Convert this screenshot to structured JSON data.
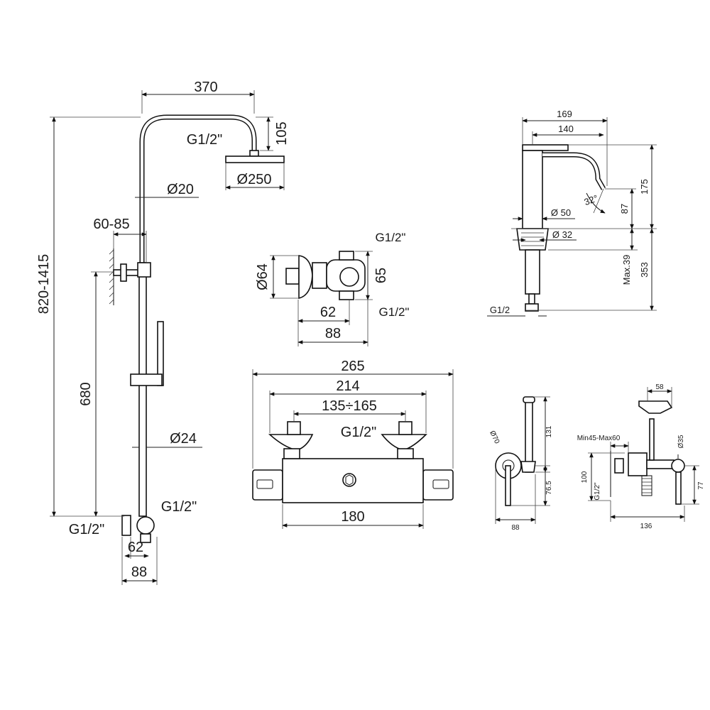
{
  "shower_column": {
    "width_head": "370",
    "head_drop": "105",
    "thread_top": "G1/2\"",
    "head_diameter": "Ø250",
    "pipe_diameter": "Ø20",
    "wall_bracket": "60-85",
    "total_height": "820-1415",
    "slide_height": "680",
    "lower_diameter": "Ø24",
    "thread_right": "G1/2\"",
    "thread_left": "G1/2\"",
    "mixer_depth_inner": "62",
    "mixer_depth_outer": "88"
  },
  "wall_mixer_side": {
    "thread_top": "G1/2\"",
    "diameter": "Ø64",
    "height": "65",
    "inner_depth": "62",
    "thread_bottom": "G1/2\"",
    "outer_depth": "88"
  },
  "thermostatic_mixer": {
    "overall_width": "265",
    "body_width": "214",
    "centers": "135÷165",
    "thread": "G1/2\"",
    "bar_width": "180"
  },
  "basin_mixer": {
    "reach_outer": "169",
    "reach_inner": "140",
    "height": "175",
    "angle": "32°",
    "spout_height": "87",
    "body_diameter": "Ø 50",
    "base_diameter": "Ø 32",
    "max_deck": "Max.39",
    "shank_length": "353",
    "thread": "G1/2"
  },
  "bidet_side": {
    "diameter": "Ø70",
    "height": "131",
    "center_height": "76.5",
    "depth": "88"
  },
  "bidet_section": {
    "top_width": "58",
    "wall_range": "Min45-Max60",
    "diameter": "Ø35",
    "height_left": "100",
    "height_right": "77",
    "thread": "G1/2\"",
    "width": "136"
  }
}
